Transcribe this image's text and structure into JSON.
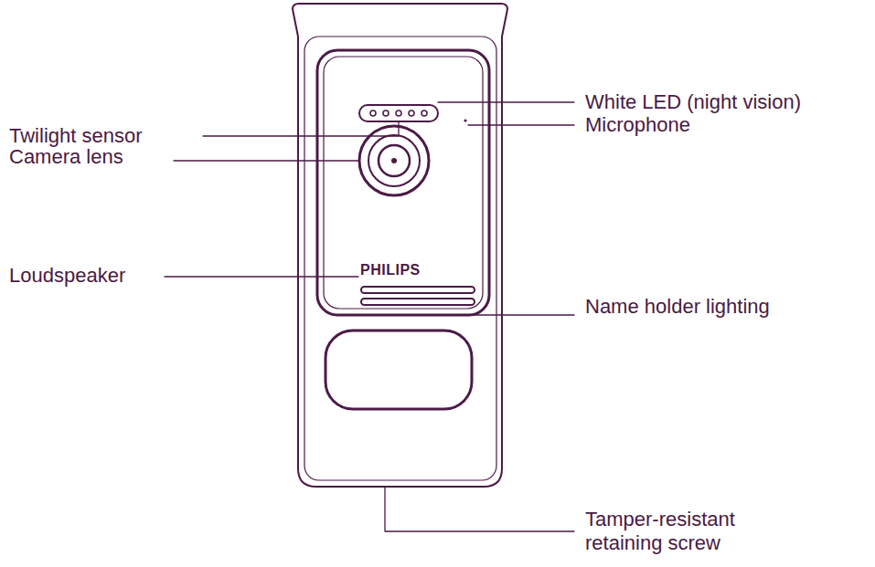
{
  "diagram": {
    "labels": [
      "White LED (night vision)",
      "Twilight sensor",
      "Microphone",
      "Camera lens",
      "PHILIPS",
      "Loudspeaker",
      "Name holder lighting",
      "Tamper-resistant retaining screw"
    ]
  }
}
